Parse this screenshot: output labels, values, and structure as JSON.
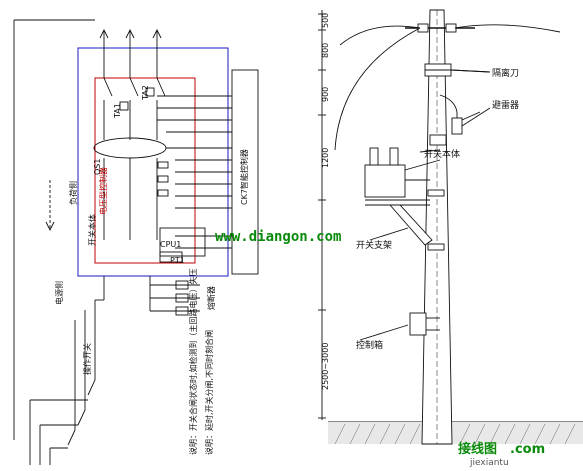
{
  "left_diagram": {
    "controller_label": "CK7智能控制器",
    "protection_label": "电压型控制器",
    "power_side_label": "电源侧",
    "load_side_label": "负荷侧",
    "switch_body_label": "开关本体",
    "operate_switch_label": "操作开关",
    "fuse_label": "熔断器",
    "pt_label": "PT1",
    "cpu_label": "CPU1",
    "ta_labels": [
      "TA1",
      "TA2"
    ],
    "qs_label": "QS1",
    "footnote_line1": "说明：开关合闸状态时,如检测到（主回路电压）失压",
    "footnote_line2": "说明：延时,开关分闸,不同时刻合闸"
  },
  "right_diagram": {
    "dimensions": [
      "500",
      "800",
      "900",
      "1200",
      "2500~3000"
    ],
    "labels": {
      "isolator": "隔离刀",
      "arrester": "避雷器",
      "switch_body": "开关本体",
      "switch_bracket": "开关支架",
      "control_box": "控制箱"
    }
  },
  "watermark": {
    "url": "www.diangon.com"
  },
  "logo": {
    "cn": "接线图",
    "dot_com": ".com",
    "en": "jiexiantu"
  }
}
